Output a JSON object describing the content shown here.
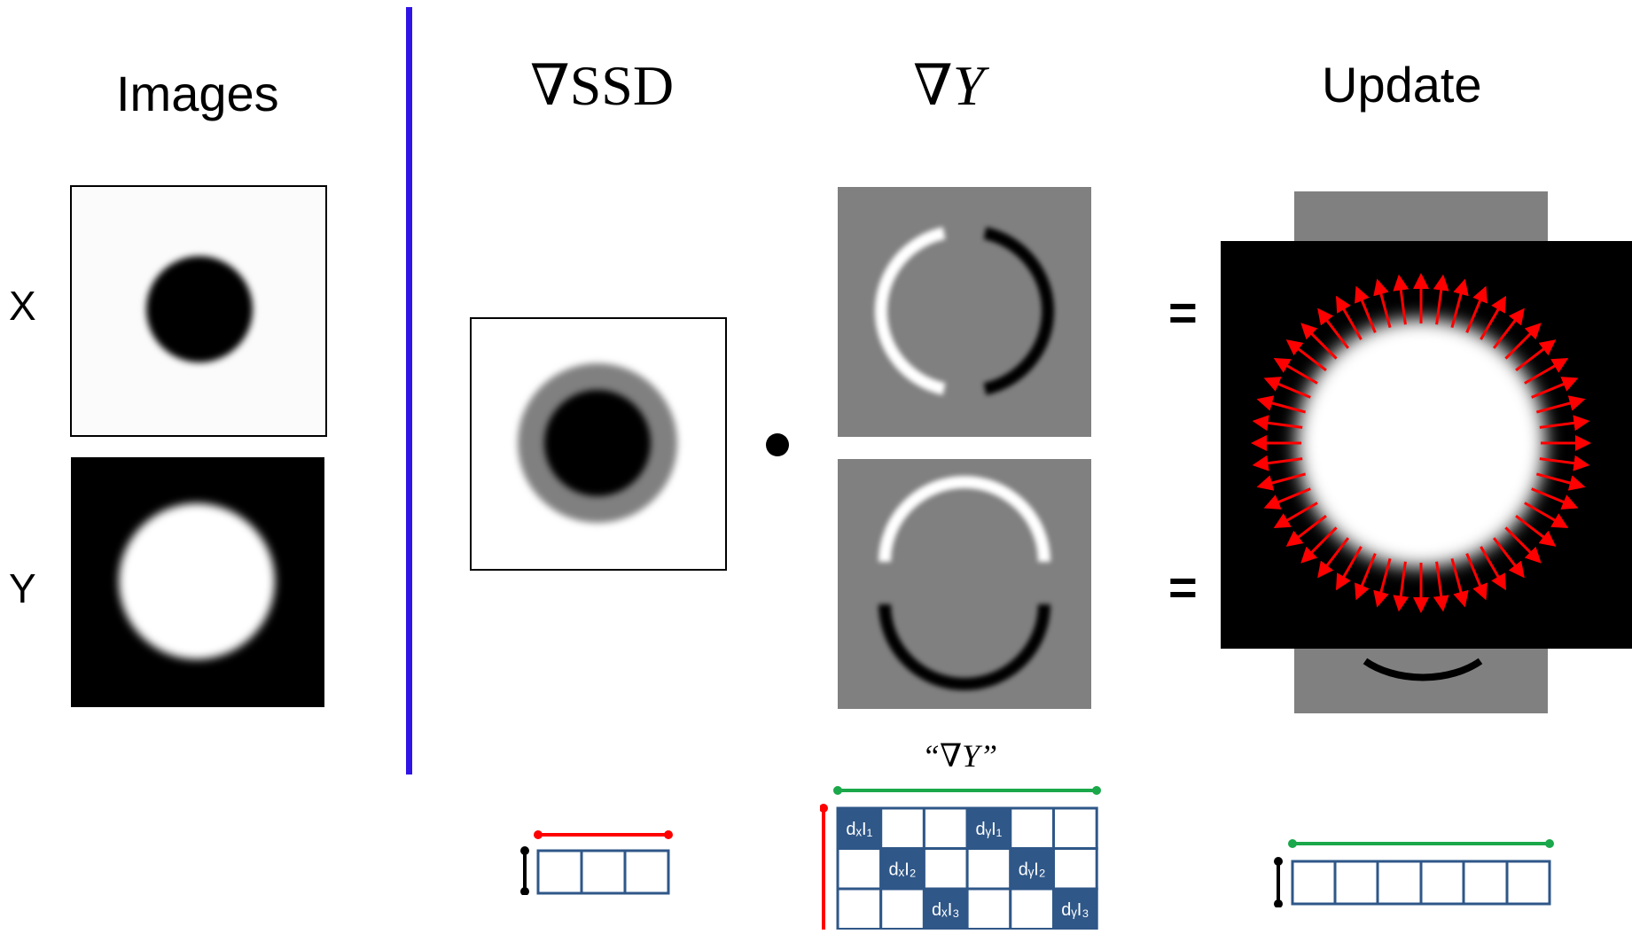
{
  "headings": {
    "images": "Images",
    "ssd": "∇SSD",
    "grad_y": "∇Y",
    "update": "Update"
  },
  "row_labels": {
    "x": "X",
    "y": "Y"
  },
  "operators": {
    "dot": "•",
    "equals_top": "=",
    "equals_bottom": "="
  },
  "caption_grad_y": "“∇Y”",
  "jacobian": {
    "rows": [
      [
        "dₓI₁",
        "",
        "",
        "dᵧI₁",
        "",
        ""
      ],
      [
        "",
        "dₓI₂",
        "",
        "",
        "dᵧI₂",
        ""
      ],
      [
        "",
        "",
        "dₓI₃",
        "",
        "",
        "dᵧI₃"
      ]
    ]
  },
  "colors": {
    "divider": "#2f14e6",
    "matrix_fill": "#2f5788",
    "matrix_border": "#2f5788",
    "arrow": "#ff0000",
    "bracket_green": "#1aa84a",
    "bracket_red": "#ff0000",
    "gray_bg": "#808080"
  }
}
